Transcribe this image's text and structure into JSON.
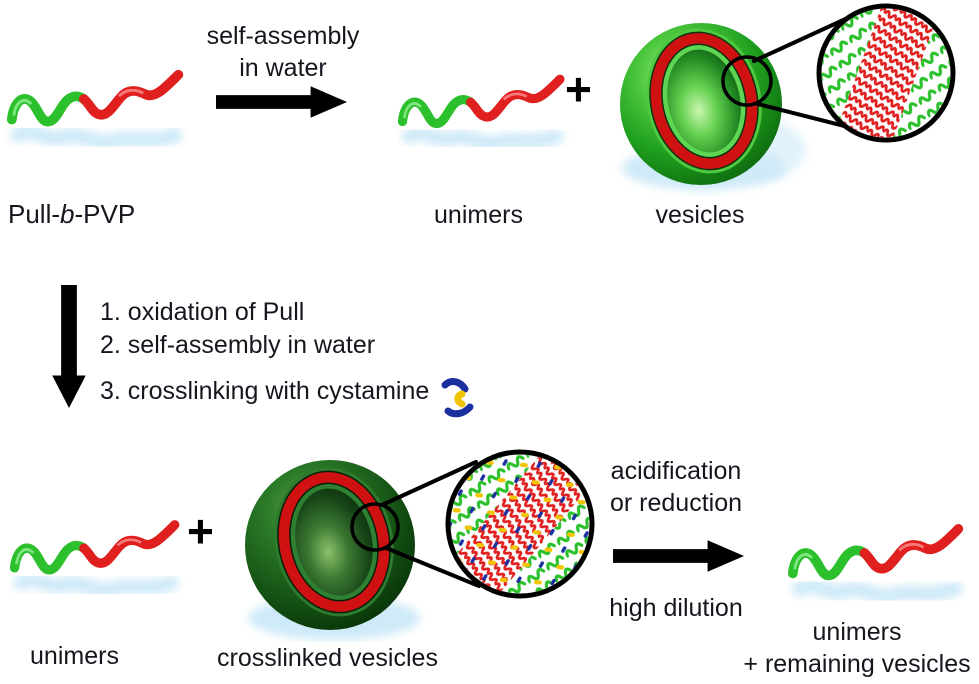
{
  "labels": {
    "copolymer": {
      "prefix": "Pull-",
      "b": "b",
      "suffix": "-PVP"
    },
    "top_arrow_line1": "self-assembly",
    "top_arrow_line2": "in water",
    "plus_top": "+",
    "unimers_top": "unimers",
    "vesicles": "vesicles",
    "step1": "1. oxidation of Pull",
    "step2": "2. self-assembly in water",
    "step3": "3. crosslinking with cystamine",
    "unimers_bottom": "unimers",
    "plus_bottom": "+",
    "crosslinked_vesicles": "crosslinked vesicles",
    "right_arrow_line1": "acidification",
    "right_arrow_line2": "or reduction",
    "right_arrow_below": "high dilution",
    "result_line1": "unimers",
    "result_line2": "+ remaining vesicles"
  },
  "icons": {
    "cystamine": "cystamine-crosslinker-icon",
    "arrow_right_top": "reaction-arrow-right",
    "arrow_down": "reaction-arrow-down",
    "arrow_right_bottom": "reaction-arrow-right",
    "magnifier_top": "membrane-zoom-circle",
    "magnifier_bottom": "crosslinked-membrane-zoom-circle"
  },
  "colors": {
    "background": "#ffffff",
    "text": "#16161e",
    "arrow": "#000000",
    "polymer_green": "#2cc12c",
    "polymer_red": "#e01f1f",
    "membrane_red": "#d01111",
    "vesicle_green": "#1e9e1e",
    "vesicle_dark_green": "#155415",
    "crosslink_yellow": "#f2c504",
    "crosslink_blue": "#1c2f9e",
    "water_halo": "#cfeaf8"
  }
}
